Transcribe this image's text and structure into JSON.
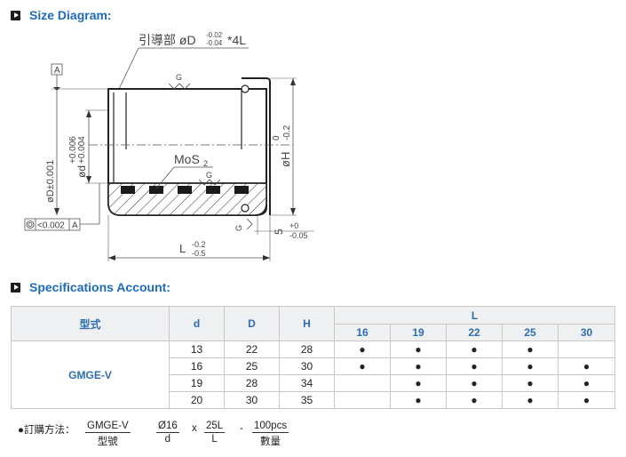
{
  "sections": {
    "diagram_title": "Size Diagram:",
    "spec_title": "Specifications Account:"
  },
  "diagram": {
    "lead_label": "引導部 øD",
    "lead_tol_upper": "-0.02",
    "lead_tol_lower": "-0.04",
    "lead_count": "*4L",
    "datum_a": "A",
    "g_mark": "G",
    "mos2": "MoS",
    "mos2_sub": "2",
    "dim_outer": "øD±0.001",
    "dim_inner": "ød",
    "dim_inner_tol_upper": "+0.006",
    "dim_inner_tol_lower": "+0.004",
    "dim_flange": "øH",
    "dim_flange_tol": "-0.2",
    "dim_flange_tol_zero": "0",
    "concentricity": "<0.002",
    "dim_length": "L",
    "dim_length_tol_upper": "-0.2",
    "dim_length_tol_lower": "-0.5",
    "dim_head": "5",
    "dim_head_tol_upper": "+0",
    "dim_head_tol_lower": "-0.05"
  },
  "table": {
    "col_model": "型式",
    "col_d": "d",
    "col_D": "D",
    "col_H": "H",
    "col_L": "L",
    "l_values": [
      "16",
      "19",
      "22",
      "25",
      "30"
    ],
    "model_name": "GMGE-V",
    "mark": "●",
    "rows": [
      {
        "d": "13",
        "D": "22",
        "H": "28",
        "avail": [
          true,
          true,
          true,
          true,
          false
        ]
      },
      {
        "d": "16",
        "D": "25",
        "H": "30",
        "avail": [
          true,
          true,
          true,
          true,
          true
        ]
      },
      {
        "d": "19",
        "D": "28",
        "H": "34",
        "avail": [
          false,
          true,
          true,
          true,
          true
        ]
      },
      {
        "d": "20",
        "D": "30",
        "H": "35",
        "avail": [
          false,
          true,
          true,
          true,
          true
        ]
      }
    ]
  },
  "order": {
    "lead": "●訂購方法：",
    "model_value": "GMGE-V",
    "model_label": "型號",
    "d_value": "Ø16",
    "d_label": "d",
    "sep_x": "x",
    "l_value": "25L",
    "l_label": "L",
    "sep_dash": "-",
    "qty_value": "100pcs",
    "qty_label": "數量"
  }
}
